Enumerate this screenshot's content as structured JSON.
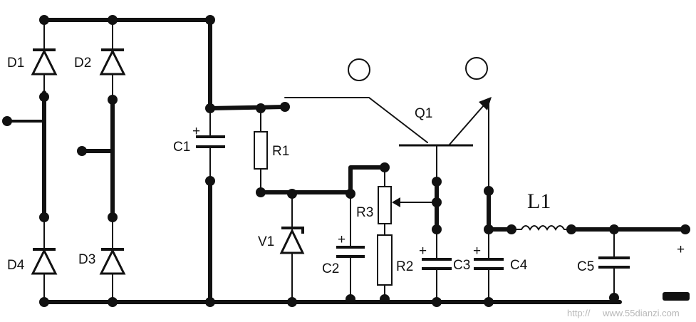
{
  "labels": {
    "d1": "D1",
    "d2": "D2",
    "d3": "D3",
    "d4": "D4",
    "c1": "C1",
    "r1": "R1",
    "v1": "V1",
    "r3": "R3",
    "c2": "C2",
    "r2": "R2",
    "q1": "Q1",
    "c3": "C3",
    "c4": "C4",
    "l1": "L1",
    "c5": "C5",
    "plus_out": "+",
    "minus_out": "−",
    "plus": "+"
  },
  "watermark": {
    "left": "http://",
    "url": "www.55dianzi.com"
  },
  "colors": {
    "ink": "#111111",
    "background": "#ffffff",
    "watermark": "#b8b8b8"
  }
}
